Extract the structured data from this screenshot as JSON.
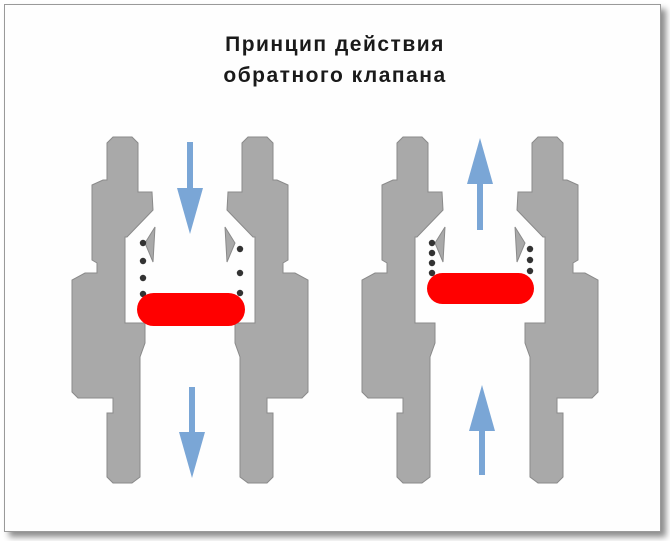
{
  "title": {
    "line1": "Принцип действия",
    "line2": "обратного клапана"
  },
  "colors": {
    "body": "#a9a9a9",
    "body_stroke": "#8a8a8a",
    "seal": "#ff0000",
    "spring": "#333333",
    "arrow": "#7aa6d6"
  },
  "diagrams": [
    {
      "name": "valve-open",
      "flow": "down"
    },
    {
      "name": "valve-closed",
      "flow": "up"
    }
  ]
}
